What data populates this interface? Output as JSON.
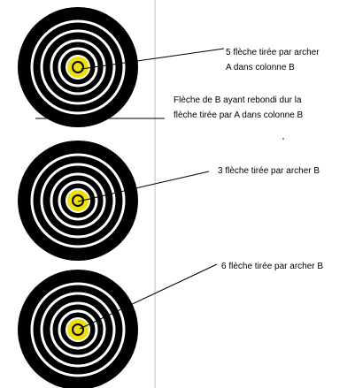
{
  "annotations": {
    "label_1": {
      "line_1": "5 flèche tirée par archer",
      "line_2": "A dans colonne B"
    },
    "label_2": {
      "line_1": "Flèche de B ayant rebondi dur la",
      "line_2": "flèche tirée par A dans colonne B"
    },
    "label_3": {
      "line_1": "3 flèche tirée par archer B"
    },
    "label_4": {
      "line_1": "6 flèche tirée par archer B"
    }
  },
  "colors": {
    "target_black": "#000000",
    "ring_white": "#ffffff",
    "center_yellow": "#f0e000",
    "divider": "#c8c8c8"
  }
}
